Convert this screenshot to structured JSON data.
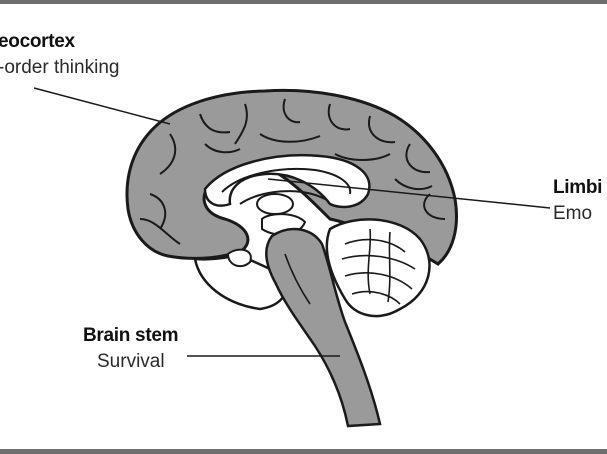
{
  "labels": {
    "neocortex": {
      "title": "eocortex",
      "subtitle": "-order thinking"
    },
    "limbic": {
      "title": "Limbi",
      "subtitle": "Emo"
    },
    "brain_stem": {
      "title": "Brain stem",
      "subtitle": "Survival"
    }
  },
  "colors": {
    "cortex_fill": "#9a9a9a",
    "outline": "#1a1a1a",
    "background": "#ffffff",
    "frame": "#6f6f6f"
  }
}
